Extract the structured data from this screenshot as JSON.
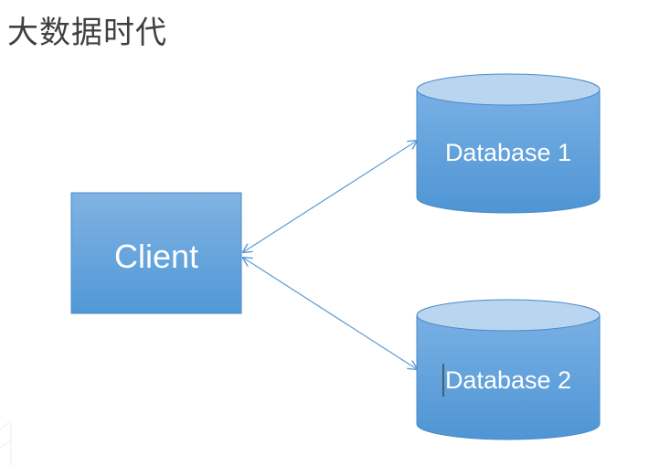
{
  "title": "大数据时代",
  "nodes": {
    "client": {
      "label": "Client"
    },
    "db1": {
      "label": "Database 1"
    },
    "db2": {
      "label": "Database 2"
    }
  },
  "colors": {
    "box_top": "#7fb2e3",
    "box_bottom": "#5499d6",
    "cyl_top": "#b9d5f0",
    "edge": "#5b9bd5",
    "title": "#404040"
  }
}
